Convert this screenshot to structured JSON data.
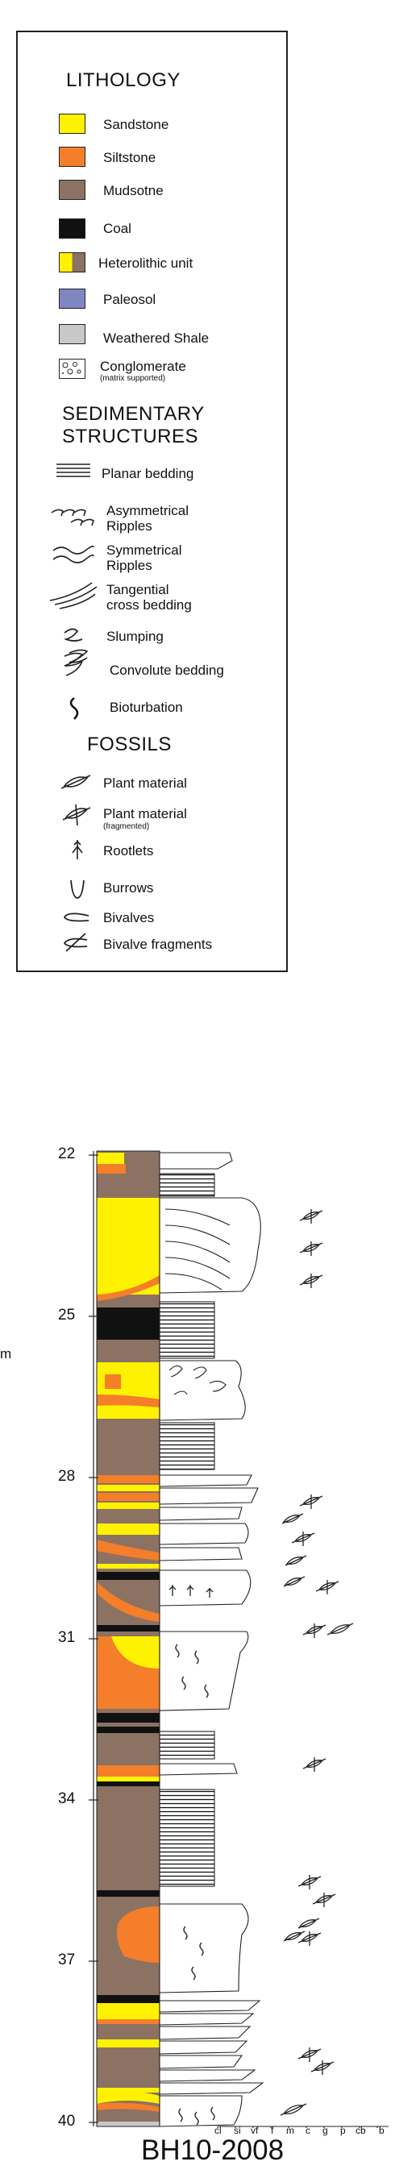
{
  "legend": {
    "lithology_title": "LITHOLOGY",
    "lithology": [
      {
        "label": "Sandstone",
        "color": "#FFF200"
      },
      {
        "label": "Siltstone",
        "color": "#F47E2A"
      },
      {
        "label": "Mudsotne",
        "color": "#8C7263"
      },
      {
        "label": "Coal",
        "color": "#111111"
      },
      {
        "label": "Heterolithic unit",
        "color": "#FFF200",
        "color2": "#8C7263"
      },
      {
        "label": "Paleosol",
        "color": "#7F86C2"
      },
      {
        "label": "Weathered Shale",
        "color": "#C8C8C8"
      },
      {
        "label": "Conglomerate",
        "note": "(matrix supported)"
      }
    ],
    "structures_title_1": "SEDIMENTARY",
    "structures_title_2": "STRUCTURES",
    "structures": [
      {
        "label1": "Planar bedding",
        "label2": "",
        "icon": "planar-bedding-icon"
      },
      {
        "label1": "Asymmetrical",
        "label2": "Ripples",
        "icon": "asymmetrical-ripples-icon"
      },
      {
        "label1": "Symmetrical",
        "label2": "Ripples",
        "icon": "symmetrical-ripples-icon"
      },
      {
        "label1": "Tangential",
        "label2": "cross bedding",
        "icon": "tangential-cross-bedding-icon"
      },
      {
        "label1": "Slumping",
        "label2": "",
        "icon": "slumping-icon"
      },
      {
        "label1": "Convolute bedding",
        "label2": "",
        "icon": "convolute-bedding-icon"
      },
      {
        "label1": "Bioturbation",
        "label2": "",
        "icon": "bioturbation-icon"
      }
    ],
    "fossils_title": "FOSSILS",
    "fossils": [
      {
        "label": "Plant material",
        "note": "",
        "icon": "plant-material-icon"
      },
      {
        "label": "Plant material",
        "note": "(fragmented)",
        "icon": "plant-fragment-icon"
      },
      {
        "label": "Rootlets",
        "note": "",
        "icon": "rootlets-icon"
      },
      {
        "label": "Burrows",
        "note": "",
        "icon": "burrows-icon"
      },
      {
        "label": "Bivalves",
        "note": "",
        "icon": "bivalves-icon"
      },
      {
        "label": "Bivalve fragments",
        "note": "",
        "icon": "bivalve-fragments-icon"
      }
    ]
  },
  "log": {
    "depth_ticks": [
      "22",
      "25",
      "28",
      "31",
      "34",
      "37",
      "40"
    ],
    "grain_size_labels": [
      "cl",
      "si",
      "vf",
      "f",
      "m",
      "c",
      "g",
      "p",
      "cb",
      "b"
    ],
    "side_label": "m",
    "well_name": "BH10-2008"
  }
}
